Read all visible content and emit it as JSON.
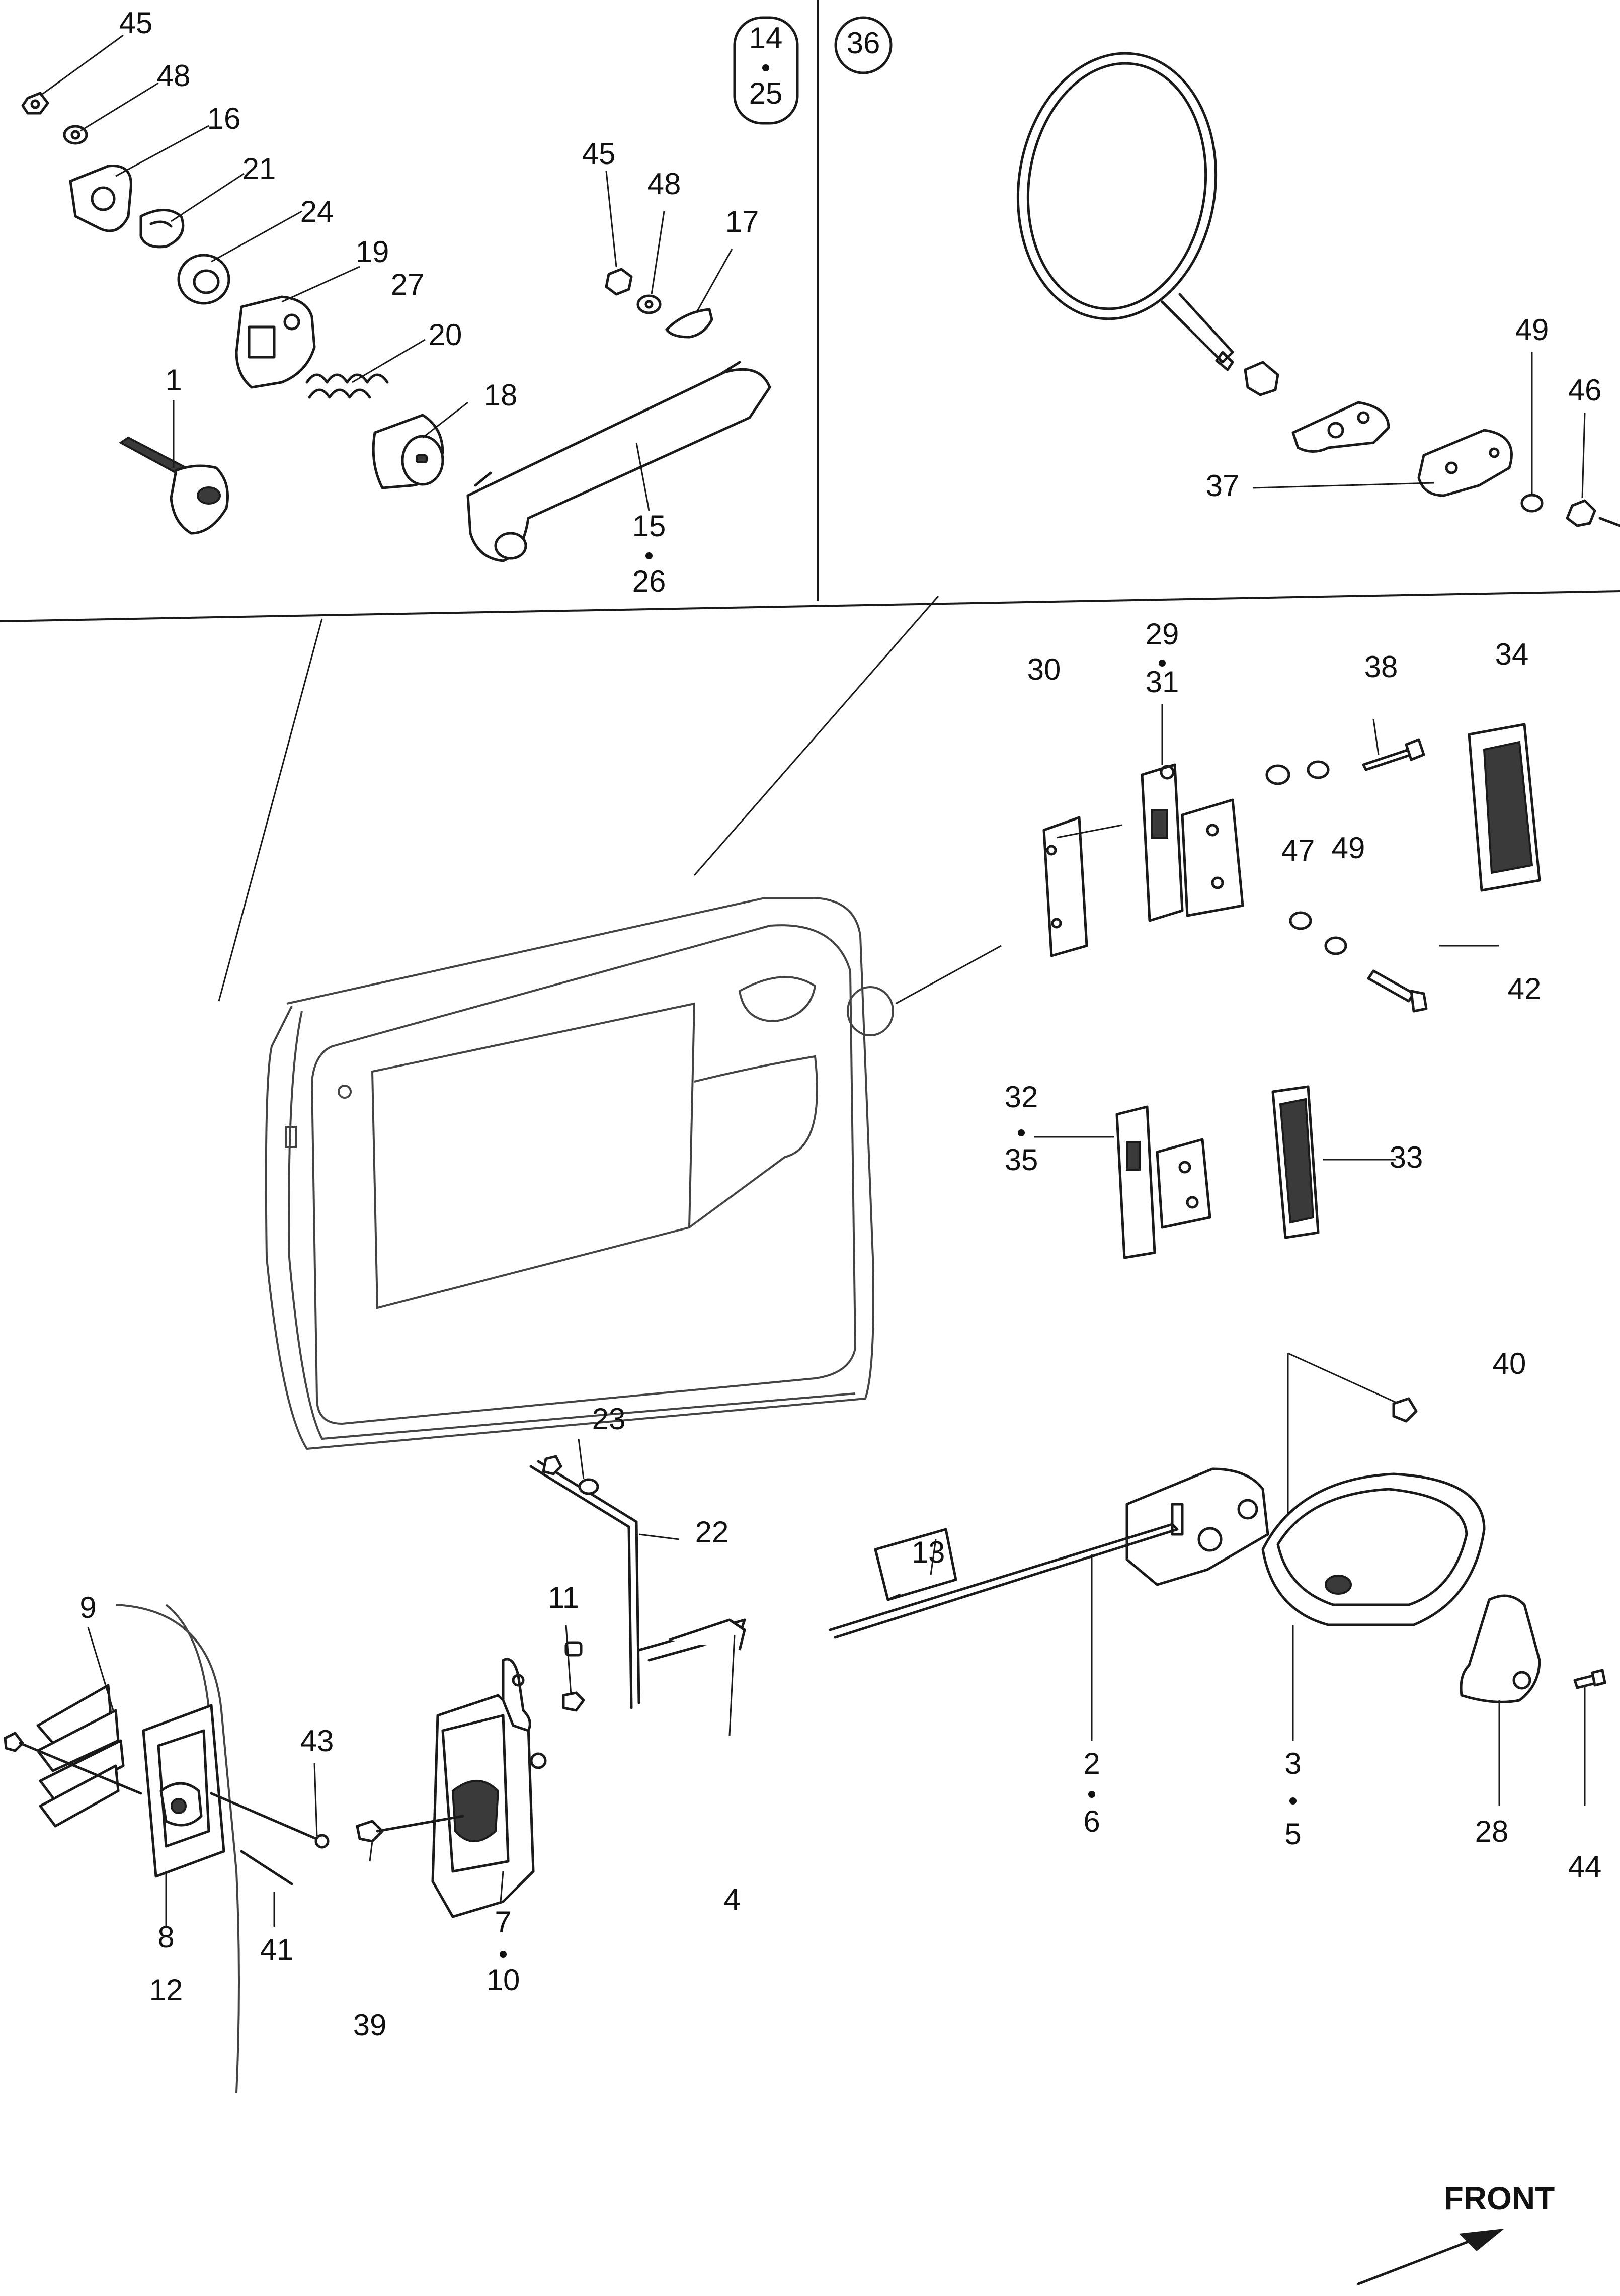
{
  "callouts": [
    {
      "id": "c45a",
      "text": "45"
    },
    {
      "id": "c48a",
      "text": "48"
    },
    {
      "id": "c16",
      "text": "16"
    },
    {
      "id": "c21",
      "text": "21"
    },
    {
      "id": "c24",
      "text": "24"
    },
    {
      "id": "c19",
      "text": "19"
    },
    {
      "id": "c27",
      "text": "27"
    },
    {
      "id": "c20",
      "text": "20"
    },
    {
      "id": "c1",
      "text": "1"
    },
    {
      "id": "c18",
      "text": "18"
    },
    {
      "id": "c45b",
      "text": "45"
    },
    {
      "id": "c48b",
      "text": "48"
    },
    {
      "id": "c17",
      "text": "17"
    },
    {
      "id": "c15",
      "text": "15"
    },
    {
      "id": "c26",
      "text": "26"
    },
    {
      "id": "c14",
      "text": "14"
    },
    {
      "id": "c25",
      "text": "25"
    },
    {
      "id": "c36",
      "text": "36"
    },
    {
      "id": "c49a",
      "text": "49"
    },
    {
      "id": "c46",
      "text": "46"
    },
    {
      "id": "c37",
      "text": "37"
    },
    {
      "id": "c29",
      "text": "29"
    },
    {
      "id": "c31",
      "text": "31"
    },
    {
      "id": "c30",
      "text": "30"
    },
    {
      "id": "c38",
      "text": "38"
    },
    {
      "id": "c34",
      "text": "34"
    },
    {
      "id": "c47",
      "text": "47"
    },
    {
      "id": "c49b",
      "text": "49"
    },
    {
      "id": "c42",
      "text": "42"
    },
    {
      "id": "c32",
      "text": "32"
    },
    {
      "id": "c35",
      "text": "35"
    },
    {
      "id": "c33",
      "text": "33"
    },
    {
      "id": "c40",
      "text": "40"
    },
    {
      "id": "c23",
      "text": "23"
    },
    {
      "id": "c22",
      "text": "22"
    },
    {
      "id": "c13",
      "text": "13"
    },
    {
      "id": "c11",
      "text": "11"
    },
    {
      "id": "c9",
      "text": "9"
    },
    {
      "id": "c43",
      "text": "43"
    },
    {
      "id": "c2",
      "text": "2"
    },
    {
      "id": "c6",
      "text": "6"
    },
    {
      "id": "c3",
      "text": "3"
    },
    {
      "id": "c5",
      "text": "5"
    },
    {
      "id": "c28",
      "text": "28"
    },
    {
      "id": "c44",
      "text": "44"
    },
    {
      "id": "c4",
      "text": "4"
    },
    {
      "id": "c8",
      "text": "8"
    },
    {
      "id": "c12",
      "text": "12"
    },
    {
      "id": "c41",
      "text": "41"
    },
    {
      "id": "c7",
      "text": "7"
    },
    {
      "id": "c10",
      "text": "10"
    },
    {
      "id": "c39",
      "text": "39"
    }
  ],
  "front_label": "FRONT"
}
